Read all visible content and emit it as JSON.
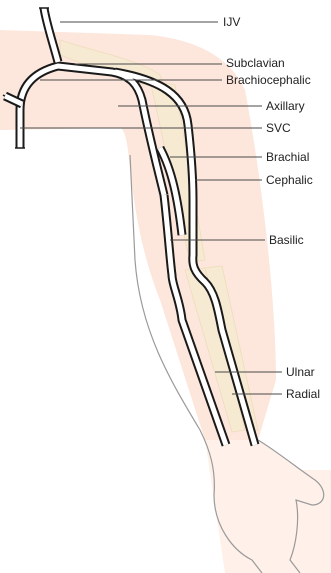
{
  "labels": {
    "ijv": "IJV",
    "subclavian": "Subclavian",
    "brachiocephalic": "Brachiocephalic",
    "axillary": "Axillary",
    "svc": "SVC",
    "brachial": "Brachial",
    "cephalic": "Cephalic",
    "basilic": "Basilic",
    "ulnar": "Ulnar",
    "radial": "Radial"
  },
  "colors": {
    "skin": "#fde6dc",
    "bone": "#f6ead2",
    "vein_outline": "#1a1a1a",
    "vein_fill": "#ffffff",
    "body_outline": "#9a9a9a",
    "leader": "#4a4a4a"
  }
}
